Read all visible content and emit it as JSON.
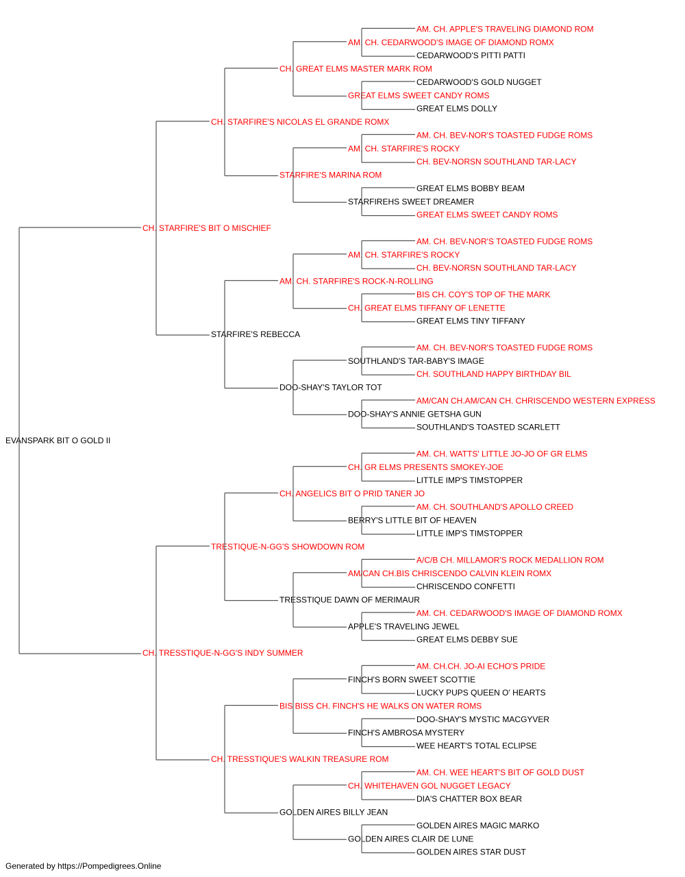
{
  "colors": {
    "champion": "#ff0000",
    "regular": "#000000",
    "line": "#555555"
  },
  "root": {
    "name": "EVANSPARK BIT O GOLD II",
    "red": false,
    "sire": {
      "name": "CH. STARFIRE'S BIT O MISCHIEF",
      "red": true,
      "sire": {
        "name": "CH. STARFIRE'S NICOLAS EL GRANDE ROMX",
        "red": true,
        "sire": {
          "name": "CH. GREAT ELMS MASTER MARK ROM",
          "red": true,
          "sire": {
            "name": "AM. CH. CEDARWOOD'S IMAGE OF DIAMOND ROMX",
            "red": true,
            "sire": {
              "name": "AM. CH. APPLE'S TRAVELING DIAMOND ROM",
              "red": true
            },
            "dam": {
              "name": "CEDARWOOD'S PITTI PATTI",
              "red": false
            }
          },
          "dam": {
            "name": "GREAT ELMS SWEET CANDY ROMS",
            "red": true,
            "sire": {
              "name": "CEDARWOOD'S GOLD NUGGET",
              "red": false
            },
            "dam": {
              "name": "GREAT ELMS DOLLY",
              "red": false
            }
          }
        },
        "dam": {
          "name": "STARFIRE'S MARINA ROM",
          "red": true,
          "sire": {
            "name": "AM. CH. STARFIRE'S ROCKY",
            "red": true,
            "sire": {
              "name": "AM. CH. BEV-NOR'S TOASTED FUDGE ROMS",
              "red": true
            },
            "dam": {
              "name": "CH. BEV-NORSN SOUTHLAND TAR-LACY",
              "red": true
            }
          },
          "dam": {
            "name": "STARFIREHS SWEET DREAMER",
            "red": false,
            "sire": {
              "name": "GREAT ELMS BOBBY BEAM",
              "red": false
            },
            "dam": {
              "name": "GREAT ELMS SWEET CANDY ROMS",
              "red": true
            }
          }
        }
      },
      "dam": {
        "name": "STARFIRE'S REBECCA",
        "red": false,
        "sire": {
          "name": "AM. CH. STARFIRE'S ROCK-N-ROLLING",
          "red": true,
          "sire": {
            "name": "AM. CH. STARFIRE'S ROCKY",
            "red": true,
            "sire": {
              "name": "AM. CH. BEV-NOR'S TOASTED FUDGE ROMS",
              "red": true
            },
            "dam": {
              "name": "CH. BEV-NORSN SOUTHLAND TAR-LACY",
              "red": true
            }
          },
          "dam": {
            "name": "CH. GREAT ELMS TIFFANY OF LENETTE",
            "red": true,
            "sire": {
              "name": "BIS CH. COY'S TOP OF THE MARK",
              "red": true
            },
            "dam": {
              "name": "GREAT ELMS TINY TIFFANY",
              "red": false
            }
          }
        },
        "dam": {
          "name": "DOO-SHAY'S TAYLOR TOT",
          "red": false,
          "sire": {
            "name": "SOUTHLAND'S TAR-BABY'S IMAGE",
            "red": false,
            "sire": {
              "name": "AM. CH. BEV-NOR'S TOASTED FUDGE ROMS",
              "red": true
            },
            "dam": {
              "name": "CH. SOUTHLAND HAPPY BIRTHDAY BIL",
              "red": true
            }
          },
          "dam": {
            "name": "DOO-SHAY'S ANNIE GETSHA GUN",
            "red": false,
            "sire": {
              "name": "AM/CAN CH.AM/CAN CH. CHRISCENDO WESTERN EXPRESS",
              "red": true
            },
            "dam": {
              "name": "SOUTHLAND'S TOASTED SCARLETT",
              "red": false
            }
          }
        }
      }
    },
    "dam": {
      "name": "CH. TRESSTIQUE-N-GG'S INDY SUMMER",
      "red": true,
      "sire": {
        "name": "TRESTIQUE-N-GG'S SHOWDOWN ROM",
        "red": true,
        "sire": {
          "name": "CH. ANGELICS BIT O PRID TANER JO",
          "red": true,
          "sire": {
            "name": "CH. GR ELMS PRESENTS SMOKEY-JOE",
            "red": true,
            "sire": {
              "name": "AM. CH. WATTS' LITTLE JO-JO OF GR ELMS",
              "red": true
            },
            "dam": {
              "name": "LITTLE IMP'S TIMSTOPPER",
              "red": false
            }
          },
          "dam": {
            "name": "BERRY'S LITTLE BIT OF HEAVEN",
            "red": false,
            "sire": {
              "name": "AM. CH. SOUTHLAND'S APOLLO CREED",
              "red": true
            },
            "dam": {
              "name": "LITTLE IMP'S TIMSTOPPER",
              "red": false
            }
          }
        },
        "dam": {
          "name": "TRESSTIQUE DAWN OF MERIMAUR",
          "red": false,
          "sire": {
            "name": "AM/CAN CH.BIS CHRISCENDO CALVIN KLEIN ROMX",
            "red": true,
            "sire": {
              "name": "A/C/B CH. MILLAMOR'S ROCK MEDALLION ROM",
              "red": true
            },
            "dam": {
              "name": "CHRISCENDO CONFETTI",
              "red": false
            }
          },
          "dam": {
            "name": "APPLE'S TRAVELING JEWEL",
            "red": false,
            "sire": {
              "name": "AM. CH. CEDARWOOD'S IMAGE OF DIAMOND ROMX",
              "red": true
            },
            "dam": {
              "name": "GREAT ELMS DEBBY SUE",
              "red": false
            }
          }
        }
      },
      "dam": {
        "name": "CH. TRESSTIQUE'S WALKIN TREASURE ROM",
        "red": true,
        "sire": {
          "name": "BIS BISS CH. FINCH'S HE WALKS ON WATER ROMS",
          "red": true,
          "sire": {
            "name": "FINCH'S BORN SWEET SCOTTIE",
            "red": false,
            "sire": {
              "name": "AM. CH.CH. JO-AI ECHO'S PRIDE",
              "red": true
            },
            "dam": {
              "name": "LUCKY PUPS QUEEN O' HEARTS",
              "red": false
            }
          },
          "dam": {
            "name": "FINCH'S AMBROSA MYSTERY",
            "red": false,
            "sire": {
              "name": "DOO-SHAY'S MYSTIC MACGYVER",
              "red": false
            },
            "dam": {
              "name": "WEE HEART'S TOTAL ECLIPSE",
              "red": false
            }
          }
        },
        "dam": {
          "name": "GOLDEN AIRES BILLY JEAN",
          "red": false,
          "sire": {
            "name": "CH. WHITEHAVEN GOL NUGGET LEGACY",
            "red": true,
            "sire": {
              "name": "AM. CH. WEE HEART'S BIT OF GOLD DUST",
              "red": true
            },
            "dam": {
              "name": "DIA'S CHATTER BOX BEAR",
              "red": false
            }
          },
          "dam": {
            "name": "GOLDEN AIRES CLAIR DE LUNE",
            "red": false,
            "sire": {
              "name": "GOLDEN AIRES MAGIC MARKO",
              "red": false
            },
            "dam": {
              "name": "GOLDEN AIRES STAR DUST",
              "red": false
            }
          }
        }
      }
    }
  },
  "footer": "Generated by https://Pompedigrees.Online"
}
